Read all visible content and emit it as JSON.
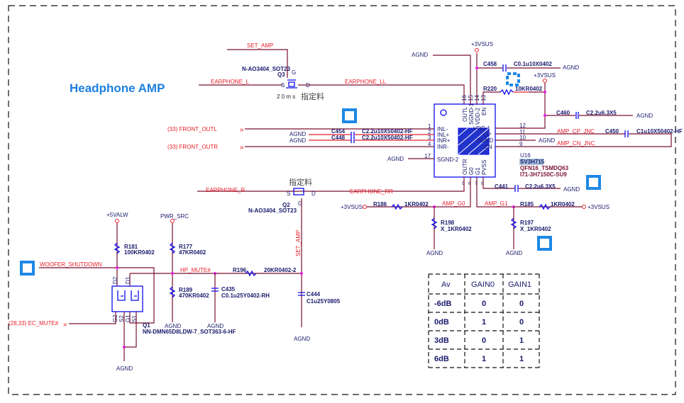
{
  "title": "Headphone AMP",
  "colors": {
    "title": "#1e7fe0",
    "wire": "#7a1030",
    "net_label": "#e8202a",
    "component": "#1a1a6e",
    "symbol": "#0a0aee",
    "junction": "#e020e0",
    "marker": "#1e88e5"
  },
  "nets": {
    "set_amp": "SET_AMP",
    "earphone_l": "EARPHONE_L",
    "earphone_ll": "EARPHONE_LL",
    "earphone_r": "EARPHONE_R",
    "earphone_rr": "EARPHONE_RR",
    "front_outl": "(33)  FRONT_OUTL",
    "front_outr": "(33)  FRONT_OUTR",
    "amp_cp_jnc": "AMP_CP_JNC",
    "amp_cn_jnc": "AMP_CN_JNC",
    "amp_g0": "AMP_G0",
    "amp_g1": "AMP_G1",
    "woofer_shutdown": "WOOFER_SHUTDOWN",
    "ec_mute": "(28,33)  EC_MUTE#",
    "hp_mute": "HP_MUTE#",
    "set_amp_vertical": "SET_AMP"
  },
  "power": {
    "vsus": "+3VSUS",
    "valw": "+5VALW",
    "pwr_src": "PWR_SRC",
    "agnd": "AGND"
  },
  "q3": {
    "part": "N-AO3404_SOT23",
    "ref": "Q3",
    "g": "G",
    "s": "S",
    "d": "D",
    "note": "2 0 m s",
    "cn": "指定料"
  },
  "q2": {
    "part": "N-AO3404_SOT23",
    "ref": "Q2",
    "g": "G",
    "s": "S",
    "d": "D",
    "cn": "指定料"
  },
  "u16": {
    "ref": "U16",
    "part": "SV3H715",
    "pkg": "QFN16_TSMDQ63",
    "pn": "I71-3H7150C-SU9",
    "left_pins": [
      {
        "n": "1",
        "name": "INL-"
      },
      {
        "n": "2",
        "name": "INL+"
      },
      {
        "n": "3",
        "name": "INR+"
      },
      {
        "n": "4",
        "name": "INR-"
      }
    ],
    "sgnd2": {
      "n": "17",
      "name": "SGND-2"
    },
    "right_pins": [
      {
        "n": "12",
        "name": "VDD-1"
      },
      {
        "n": "11",
        "name": "CP"
      },
      {
        "n": "10",
        "name": "PGND"
      },
      {
        "n": "9",
        "name": "CN"
      }
    ],
    "top_pins": [
      {
        "n": "16",
        "name": "OUTL"
      },
      {
        "n": "15",
        "name": "SGND-1"
      },
      {
        "n": "14",
        "name": "VDD-2"
      },
      {
        "n": "13",
        "name": "EN"
      }
    ],
    "bottom_pins": [
      {
        "n": "5",
        "name": "OUTR"
      },
      {
        "n": "6",
        "name": "G0"
      },
      {
        "n": "7",
        "name": "G1"
      },
      {
        "n": "8",
        "name": "PVSS"
      }
    ]
  },
  "components": {
    "c458": {
      "ref": "C458",
      "val": "C0.1u10X0402"
    },
    "r220": {
      "ref": "R220",
      "val": "10KR0402"
    },
    "c460": {
      "ref": "C460",
      "val": "C2.2u6.3X5"
    },
    "c450": {
      "ref": "C450",
      "val": "C1u10X50402-HF"
    },
    "c454": {
      "ref": "C454",
      "val": "C2.2u10X50402-HF"
    },
    "c448": {
      "ref": "C448",
      "val": "C2.2u10X50402-HF"
    },
    "c441": {
      "ref": "C441",
      "val": "C2.2u6.3X5"
    },
    "r186": {
      "ref": "R186",
      "val": "1KR0402"
    },
    "r185": {
      "ref": "R185",
      "val": "1KR0402"
    },
    "r198": {
      "ref": "R198",
      "val": "X_1KR0402"
    },
    "r197": {
      "ref": "R197",
      "val": "X_1KR0402"
    },
    "r181": {
      "ref": "R181",
      "val": "100KR0402"
    },
    "r177": {
      "ref": "R177",
      "val": "47KR0402"
    },
    "r189": {
      "ref": "R189",
      "val": "470KR0402"
    },
    "c435": {
      "ref": "C435",
      "val": "C0.1u25Y0402-RH"
    },
    "r196": {
      "ref": "R196",
      "val": "20KR0402-2"
    },
    "c444": {
      "ref": "C444",
      "val": "C1u25Y0805"
    },
    "q1": {
      "ref": "Q1",
      "val": "NN-DMN65D8LDW-7_SOT363-6-HF",
      "pins": [
        "D2",
        "D1",
        "G2",
        "S2",
        "G1",
        "S1"
      ]
    }
  },
  "gain_table": {
    "headers": [
      "Av",
      "GAIN0",
      "GAIN1"
    ],
    "rows": [
      [
        "-6dB",
        "0",
        "0"
      ],
      [
        "0dB",
        "1",
        "0"
      ],
      [
        "3dB",
        "0",
        "1"
      ],
      [
        "6dB",
        "1",
        "1"
      ]
    ]
  }
}
